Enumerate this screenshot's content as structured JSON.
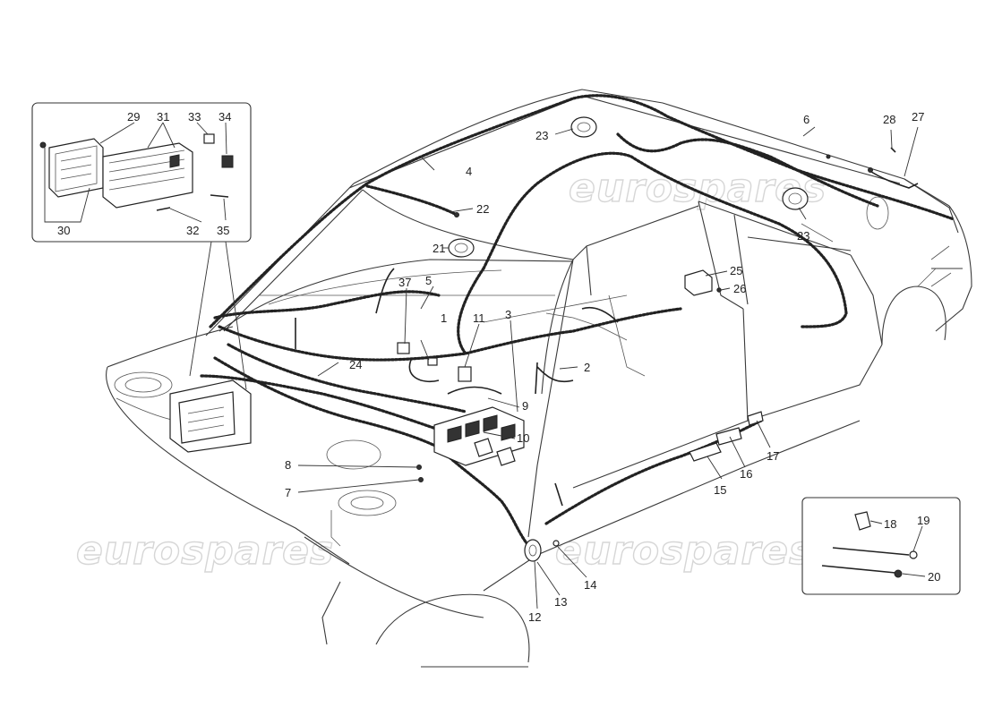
{
  "watermarks": [
    {
      "id": "wm-top",
      "text": "eurospares"
    },
    {
      "id": "wm-left",
      "text": "eurospares"
    },
    {
      "id": "wm-right",
      "text": "eurospares"
    }
  ],
  "callouts": {
    "n1": "1",
    "n2": "2",
    "n3": "3",
    "n4": "4",
    "n5": "5",
    "n6": "6",
    "n7": "7",
    "n8": "8",
    "n9": "9",
    "n10": "10",
    "n11": "11",
    "n12": "12",
    "n13": "13",
    "n14": "14",
    "n15": "15",
    "n16": "16",
    "n17": "17",
    "n18": "18",
    "n19": "19",
    "n20": "20",
    "n21": "21",
    "n22": "22",
    "n23a": "23",
    "n23b": "23",
    "n24": "24",
    "n25": "25",
    "n26": "26",
    "n27": "27",
    "n28": "28",
    "n29": "29",
    "n30": "30",
    "n31": "31",
    "n32": "32",
    "n33": "33",
    "n34": "34",
    "n35": "35",
    "n37": "37"
  }
}
